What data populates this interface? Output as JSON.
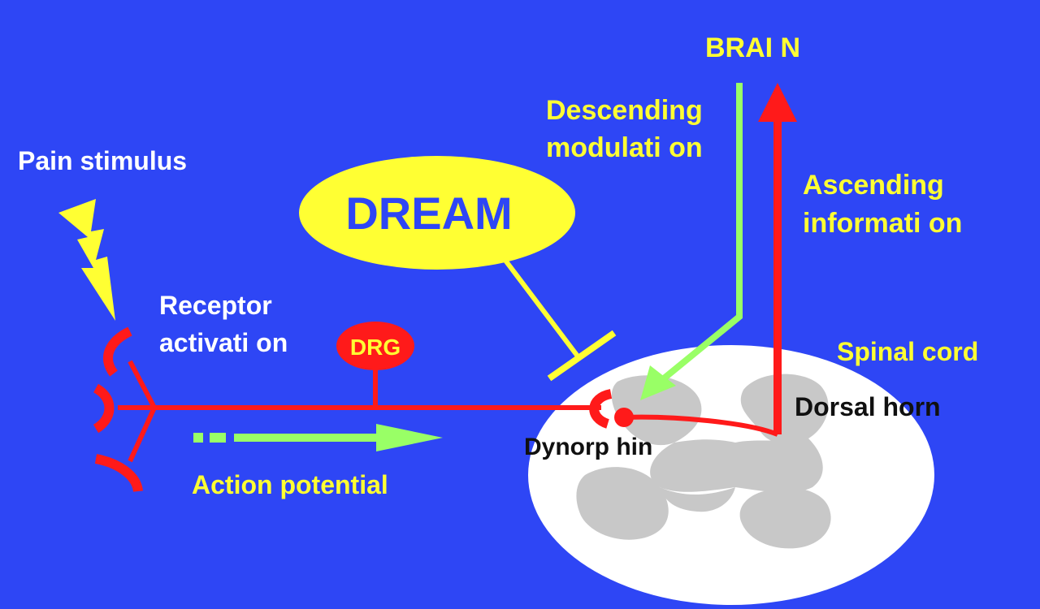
{
  "labels": {
    "brain": "BRAI N",
    "descending_1": "Descending",
    "descending_2": "modulati on",
    "ascending_1": "Ascending",
    "ascending_2": "informati on",
    "pain_stimulus": "Pain stimulus",
    "dream": "DREAM",
    "receptor_1": "Receptor",
    "receptor_2": "activati on",
    "drg": "DRG",
    "spinal_cord": "Spinal  cord",
    "dorsal_horn": "Dorsal  horn",
    "dynorphin": "Dynorp hin",
    "action_potential": "Action potential"
  },
  "colors": {
    "background": "#2E46F5",
    "yellow": "#FFFF33",
    "red": "#FF1A1A",
    "green": "#99FF66",
    "cord_white": "#FFFFFF",
    "grey_matter": "#C8C8C8",
    "dark_text": "#101010",
    "dream_text": "#2E46F5"
  }
}
